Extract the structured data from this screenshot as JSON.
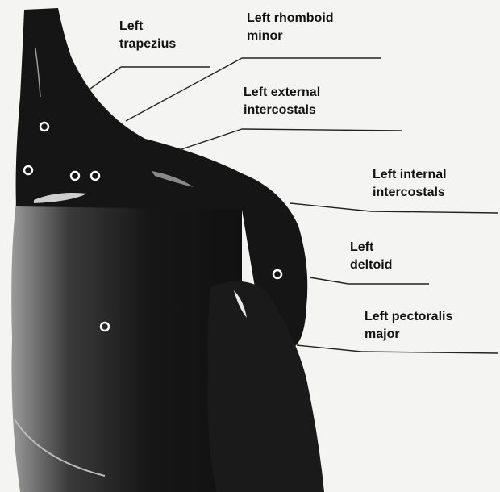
{
  "labels": [
    {
      "id": "trapezius",
      "lines": [
        "Left",
        "trapezius"
      ]
    },
    {
      "id": "rhomboid",
      "lines": [
        "Left rhomboid",
        "minor"
      ]
    },
    {
      "id": "ext-intercostals",
      "lines": [
        "Left external",
        "intercostals"
      ]
    },
    {
      "id": "int-intercostals",
      "lines": [
        "Left internal",
        "intercostals"
      ]
    },
    {
      "id": "deltoid",
      "lines": [
        "Left",
        "deltoid"
      ]
    },
    {
      "id": "pectoralis",
      "lines": [
        "Left pectoralis",
        "major"
      ]
    }
  ],
  "colors": {
    "background": "#f4f4f2",
    "body": "#141414",
    "marker": "#ffffff",
    "text": "#111111"
  }
}
